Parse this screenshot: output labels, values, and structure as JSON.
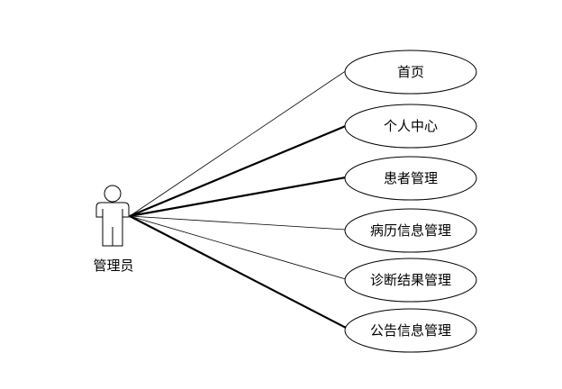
{
  "actor": {
    "label": "管理员"
  },
  "use_cases": [
    {
      "label": "首页",
      "emphasis": false
    },
    {
      "label": "个人中心",
      "emphasis": true
    },
    {
      "label": "患者管理",
      "emphasis": true
    },
    {
      "label": "病历信息管理",
      "emphasis": false
    },
    {
      "label": "诊断结果管理",
      "emphasis": false
    },
    {
      "label": "公告信息管理",
      "emphasis": true
    }
  ],
  "colors": {
    "stroke": "#000000",
    "fill": "#ffffff",
    "background": "#ffffff"
  }
}
